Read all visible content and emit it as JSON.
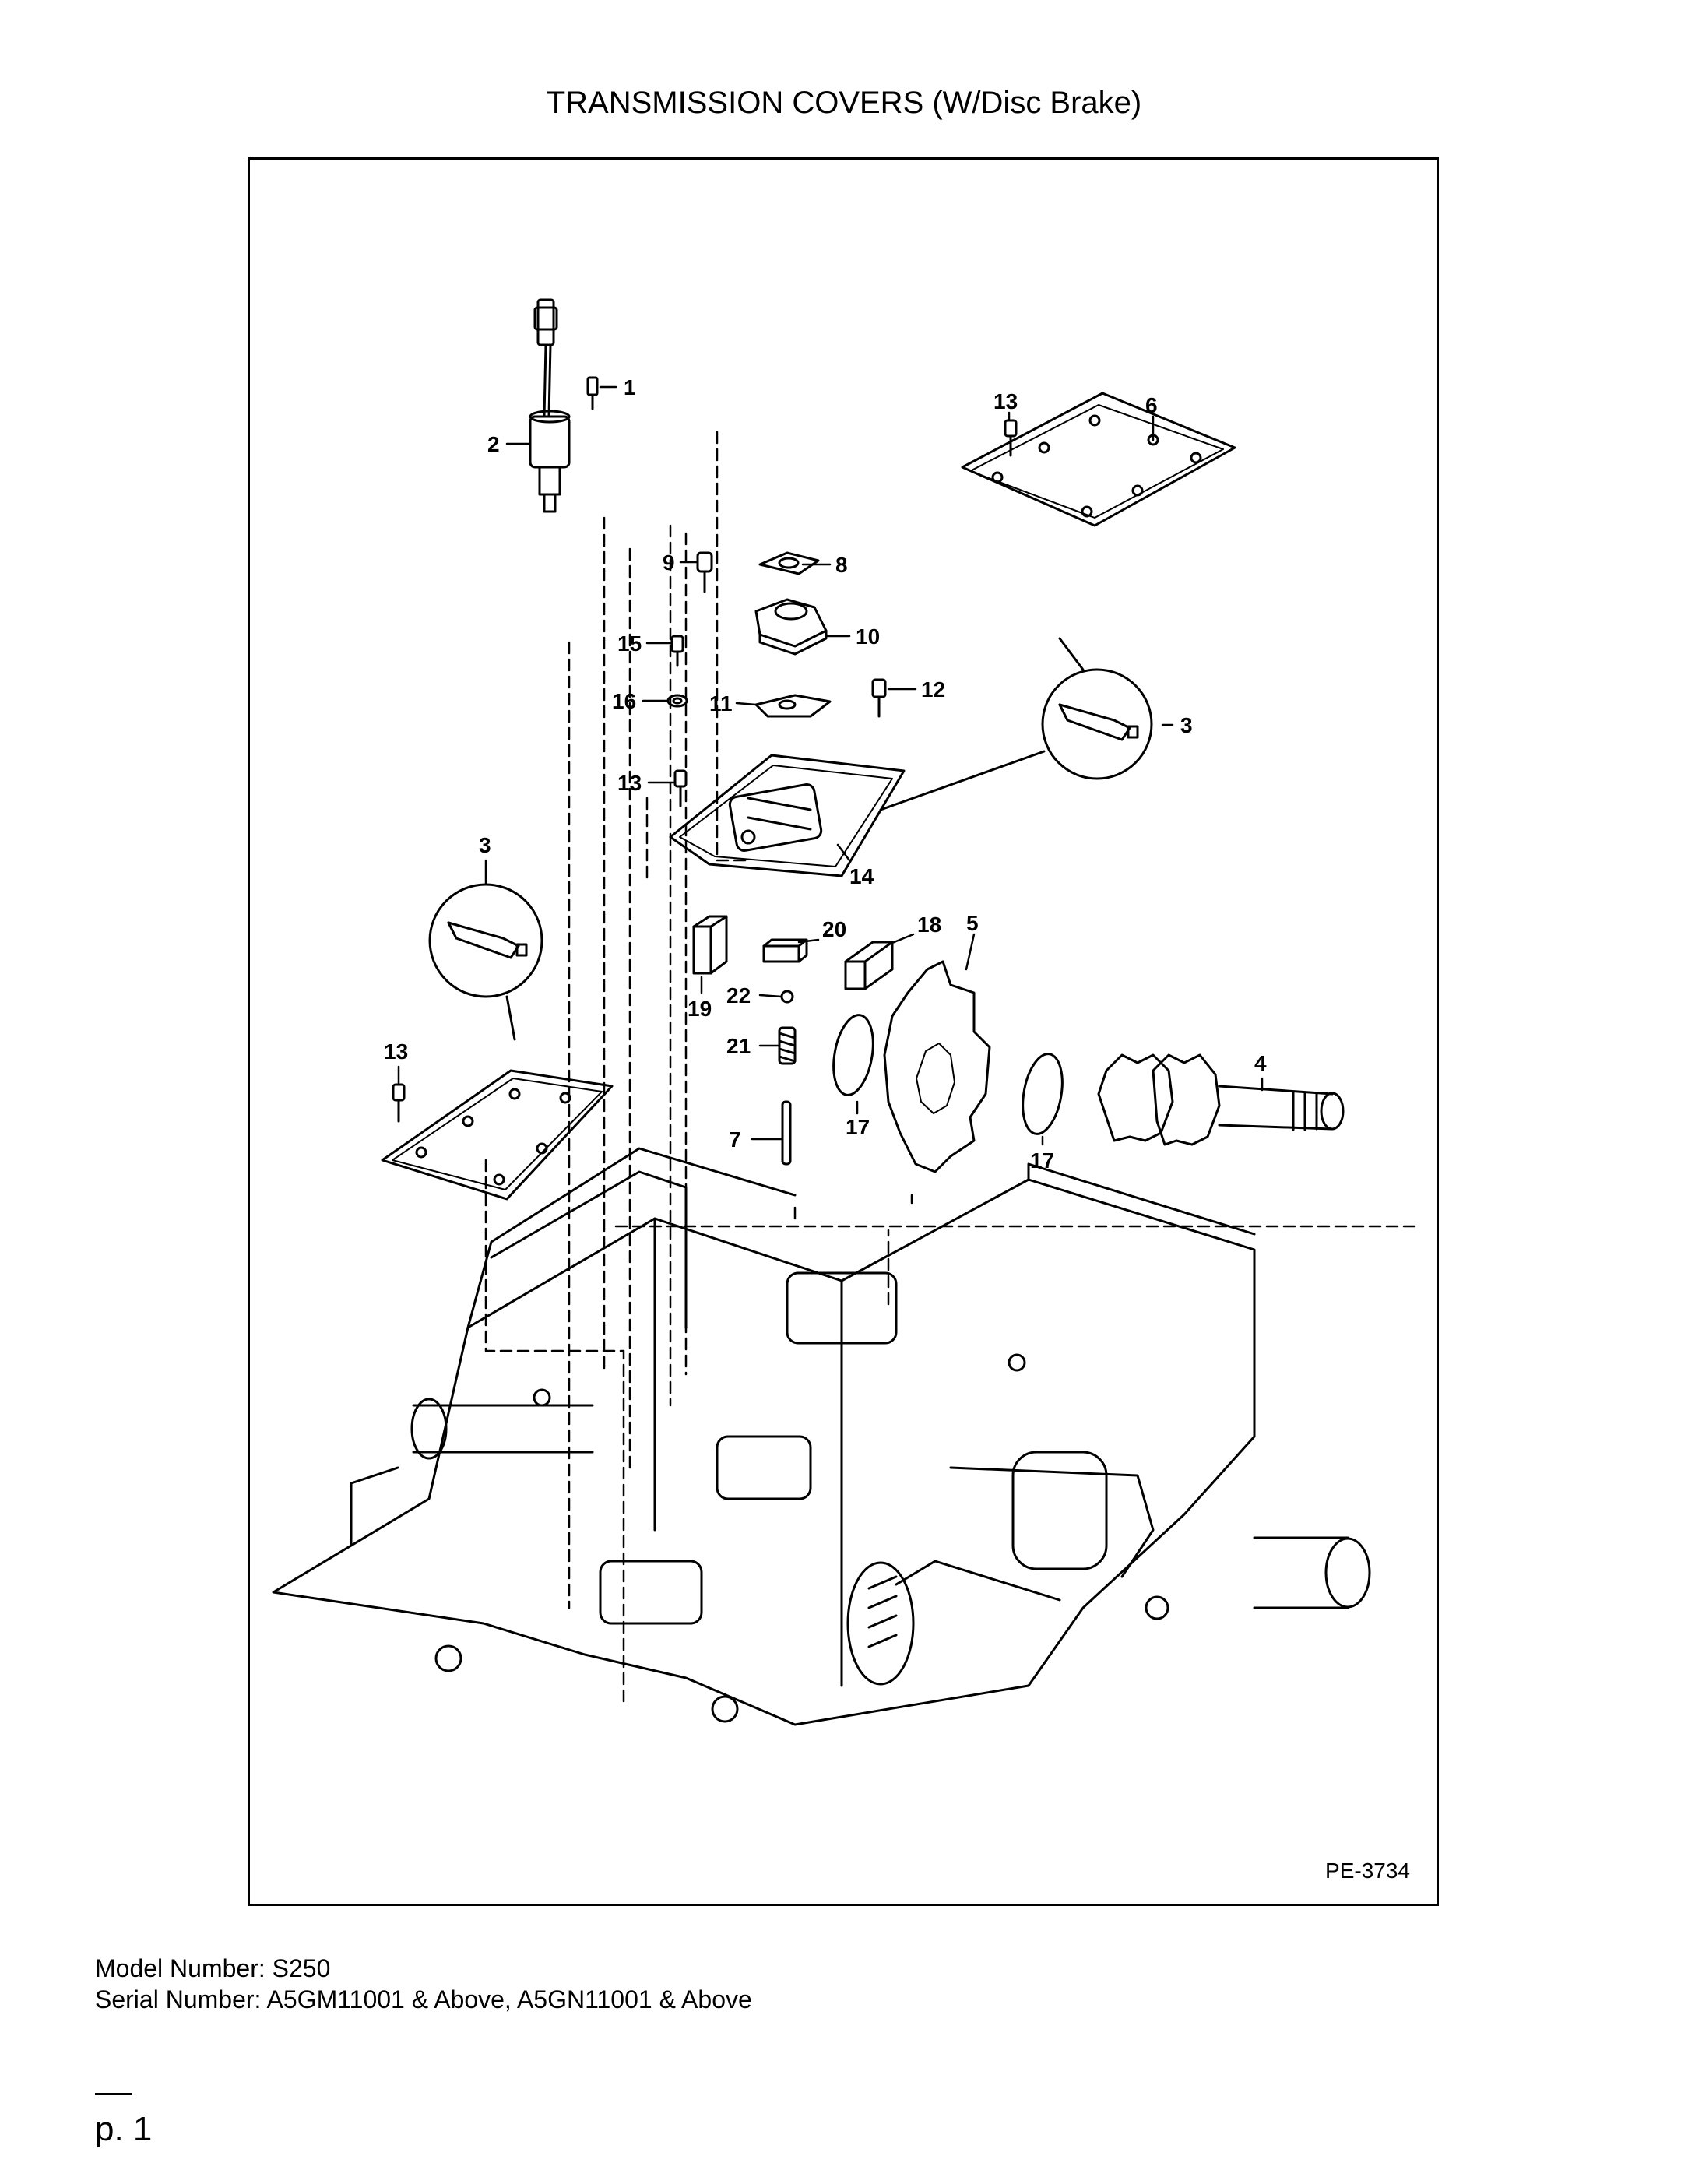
{
  "title": "TRANSMISSION COVERS (W/Disc Brake)",
  "drawing_id": "PE-3734",
  "model_number": "Model Number: S250",
  "serial_number": "Serial Number: A5GM11001 & Above, A5GN11001 & Above",
  "page_label": "p. 1",
  "callouts": {
    "c1": "1",
    "c2": "2",
    "c3a": "3",
    "c3b": "3",
    "c4": "4",
    "c5": "5",
    "c6": "6",
    "c7": "7",
    "c8": "8",
    "c9": "9",
    "c10": "10",
    "c11": "11",
    "c12": "12",
    "c13a": "13",
    "c13b": "13",
    "c13c": "13",
    "c14": "14",
    "c15": "15",
    "c16": "16",
    "c17a": "17",
    "c17b": "17",
    "c18": "18",
    "c19": "19",
    "c20": "20",
    "c21": "21",
    "c22": "22"
  }
}
